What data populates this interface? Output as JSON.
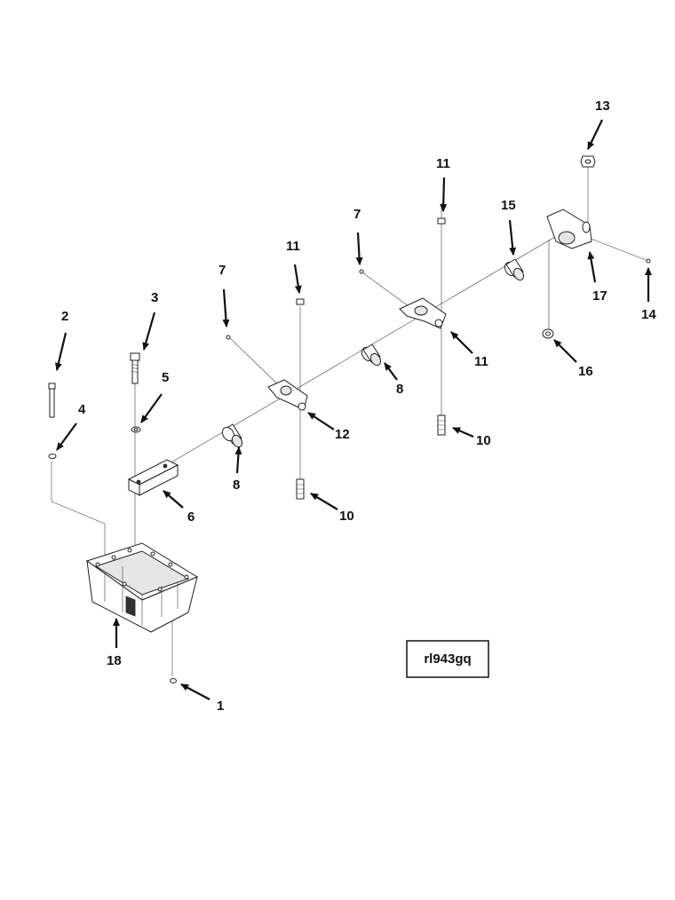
{
  "figure_id": "rl943gq",
  "callouts": [
    {
      "id": "c1",
      "label": "1"
    },
    {
      "id": "c2",
      "label": "2"
    },
    {
      "id": "c3",
      "label": "3"
    },
    {
      "id": "c4",
      "label": "4"
    },
    {
      "id": "c5",
      "label": "5"
    },
    {
      "id": "c6",
      "label": "6"
    },
    {
      "id": "c7a",
      "label": "7"
    },
    {
      "id": "c7b",
      "label": "7"
    },
    {
      "id": "c8a",
      "label": "8"
    },
    {
      "id": "c8b",
      "label": "8"
    },
    {
      "id": "c10a",
      "label": "10"
    },
    {
      "id": "c10b",
      "label": "10"
    },
    {
      "id": "c11a",
      "label": "11"
    },
    {
      "id": "c11b",
      "label": "11"
    },
    {
      "id": "c11c",
      "label": "11"
    },
    {
      "id": "c12",
      "label": "12"
    },
    {
      "id": "c13",
      "label": "13"
    },
    {
      "id": "c14",
      "label": "14"
    },
    {
      "id": "c15",
      "label": "15"
    },
    {
      "id": "c16",
      "label": "16"
    },
    {
      "id": "c17",
      "label": "17"
    },
    {
      "id": "c18",
      "label": "18"
    }
  ]
}
